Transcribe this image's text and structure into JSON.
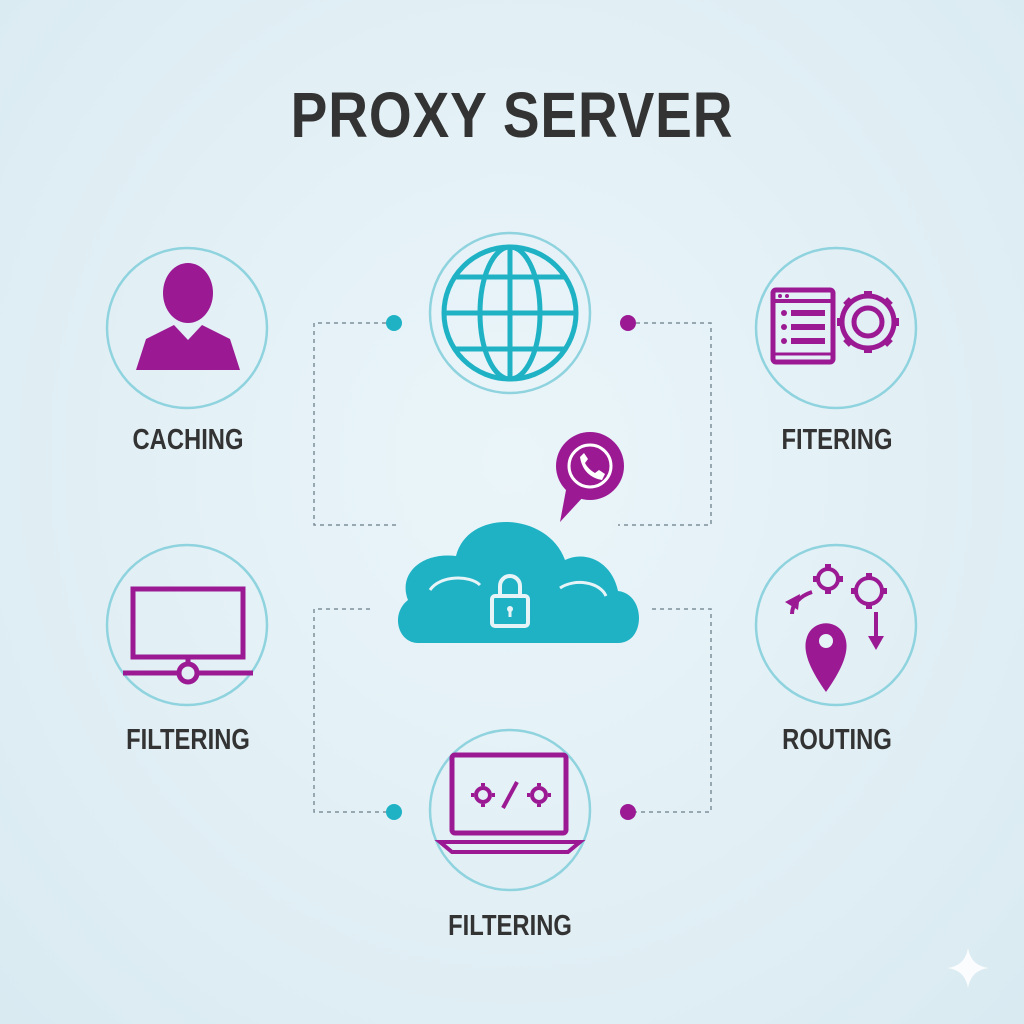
{
  "title": "PROXY SERVER",
  "colors": {
    "teal": "#1fb2c5",
    "purple": "#9b1a94",
    "ring": "#8fd3df",
    "text": "#333333",
    "connector": "#7f8f99"
  },
  "nodes": [
    {
      "id": "user",
      "label": "CACHING",
      "icon": "user-icon"
    },
    {
      "id": "globe",
      "label": "",
      "icon": "globe-icon"
    },
    {
      "id": "settings",
      "label": "FITERING",
      "icon": "browser-settings-icon"
    },
    {
      "id": "monitor",
      "label": "FILTERING",
      "icon": "monitor-network-icon"
    },
    {
      "id": "routing",
      "label": "ROUTING",
      "icon": "route-gears-icon"
    },
    {
      "id": "laptop",
      "label": "FILTERING",
      "icon": "laptop-code-icon"
    },
    {
      "id": "cloud",
      "label": "",
      "icon": "cloud-lock-icon"
    }
  ],
  "badge_icon": "phone-chat-icon"
}
